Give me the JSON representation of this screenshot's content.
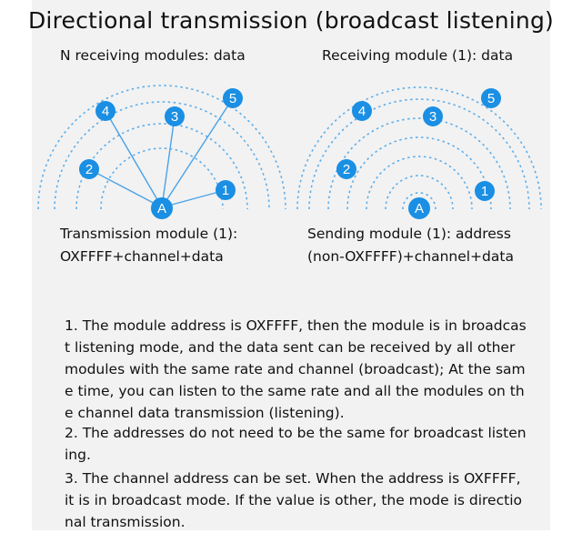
{
  "title": "Directional transmission (broadcast listening)",
  "left": {
    "heading": "N receiving modules: data",
    "caption_line1": "Transmission module (1):",
    "caption_line2": "OXFFFF+channel+data"
  },
  "right": {
    "heading": "Receiving module (1): data",
    "caption_line1": "Sending module (1): address",
    "caption_line2": "(non-OXFFFF)+channel+data"
  },
  "nodes": {
    "n1": "1",
    "n2": "2",
    "n3": "3",
    "n4": "4",
    "n5": "5",
    "a": "A"
  },
  "notes": {
    "p1": "1. The module address is OXFFFF, then the module is in broadcast listening mode, and the data sent can be received by all other modules with the same rate and channel (broadcast); At the same time, you can listen to the same rate and all the modules on the channel data transmission (listening).",
    "p2": "2. The addresses do not need to be the same for broadcast listening.",
    "p3": "3. The channel address can be set. When the address is OXFFFF, it is in broadcast mode. If the value is other, the mode is directional transmission."
  },
  "colors": {
    "node_fill": "#1a8fe3",
    "line": "#4aa3e8",
    "arc": "#5daeea",
    "panel": "#f2f2f2"
  }
}
